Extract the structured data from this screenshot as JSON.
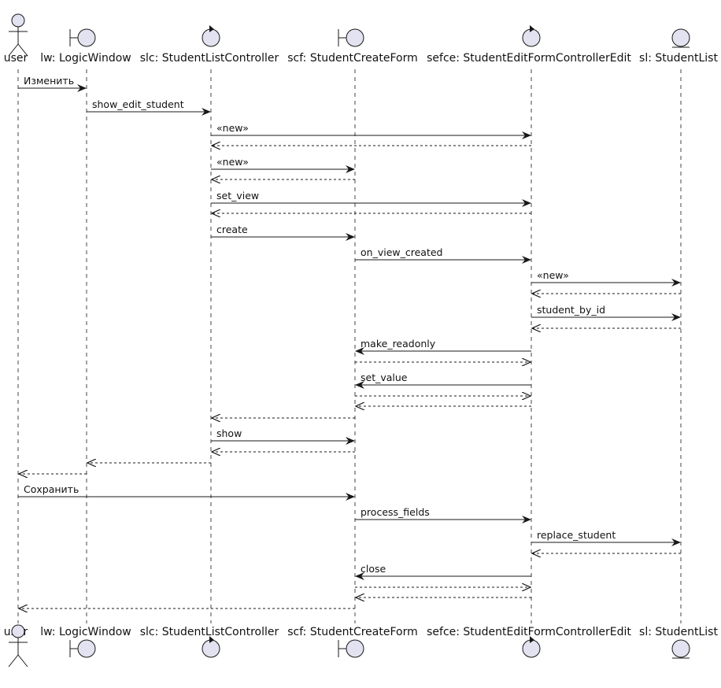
{
  "participants": [
    {
      "id": "user",
      "label": "user",
      "kind": "actor"
    },
    {
      "id": "lw",
      "label": "lw: LogicWindow",
      "kind": "boundary"
    },
    {
      "id": "slc",
      "label": "slc: StudentListController",
      "kind": "control"
    },
    {
      "id": "scf",
      "label": "scf: StudentCreateForm",
      "kind": "boundary"
    },
    {
      "id": "sefce",
      "label": "sefce: StudentEditFormControllerEdit",
      "kind": "control"
    },
    {
      "id": "sl",
      "label": "sl: StudentList",
      "kind": "entity"
    }
  ],
  "messages": [
    {
      "from": "user",
      "to": "lw",
      "label": "Изменить",
      "type": "call"
    },
    {
      "from": "lw",
      "to": "slc",
      "label": "show_edit_student",
      "type": "call"
    },
    {
      "from": "slc",
      "to": "sefce",
      "label": "«new»",
      "type": "call"
    },
    {
      "from": "sefce",
      "to": "slc",
      "label": "",
      "type": "return"
    },
    {
      "from": "slc",
      "to": "scf",
      "label": "«new»",
      "type": "call"
    },
    {
      "from": "scf",
      "to": "slc",
      "label": "",
      "type": "return"
    },
    {
      "from": "slc",
      "to": "sefce",
      "label": "set_view",
      "type": "call"
    },
    {
      "from": "sefce",
      "to": "slc",
      "label": "",
      "type": "return"
    },
    {
      "from": "slc",
      "to": "scf",
      "label": "create",
      "type": "call"
    },
    {
      "from": "scf",
      "to": "sefce",
      "label": "on_view_created",
      "type": "call"
    },
    {
      "from": "sefce",
      "to": "sl",
      "label": "«new»",
      "type": "call"
    },
    {
      "from": "sl",
      "to": "sefce",
      "label": "",
      "type": "return"
    },
    {
      "from": "sefce",
      "to": "sl",
      "label": "student_by_id",
      "type": "call"
    },
    {
      "from": "sl",
      "to": "sefce",
      "label": "",
      "type": "return"
    },
    {
      "from": "sefce",
      "to": "scf",
      "label": "make_readonly",
      "type": "call"
    },
    {
      "from": "scf",
      "to": "sefce",
      "label": "",
      "type": "return"
    },
    {
      "from": "sefce",
      "to": "scf",
      "label": "set_value",
      "type": "call"
    },
    {
      "from": "scf",
      "to": "sefce",
      "label": "",
      "type": "return"
    },
    {
      "from": "sefce",
      "to": "scf",
      "label": "",
      "type": "return"
    },
    {
      "from": "scf",
      "to": "slc",
      "label": "",
      "type": "return"
    },
    {
      "from": "slc",
      "to": "scf",
      "label": "show",
      "type": "call"
    },
    {
      "from": "scf",
      "to": "slc",
      "label": "",
      "type": "return"
    },
    {
      "from": "slc",
      "to": "lw",
      "label": "",
      "type": "return"
    },
    {
      "from": "lw",
      "to": "user",
      "label": "",
      "type": "return"
    },
    {
      "from": "user",
      "to": "scf",
      "label": "Сохранить",
      "type": "call"
    },
    {
      "from": "scf",
      "to": "sefce",
      "label": "process_fields",
      "type": "call"
    },
    {
      "from": "sefce",
      "to": "sl",
      "label": "replace_student",
      "type": "call"
    },
    {
      "from": "sl",
      "to": "sefce",
      "label": "",
      "type": "return"
    },
    {
      "from": "sefce",
      "to": "scf",
      "label": "close",
      "type": "call"
    },
    {
      "from": "scf",
      "to": "sefce",
      "label": "",
      "type": "return"
    },
    {
      "from": "sefce",
      "to": "scf",
      "label": "",
      "type": "return"
    },
    {
      "from": "scf",
      "to": "user",
      "label": "",
      "type": "return"
    }
  ],
  "colors": {
    "icon_fill": "#e2e2f0",
    "icon_stroke": "#181818",
    "lifeline": "#181818",
    "text": "#111111"
  }
}
